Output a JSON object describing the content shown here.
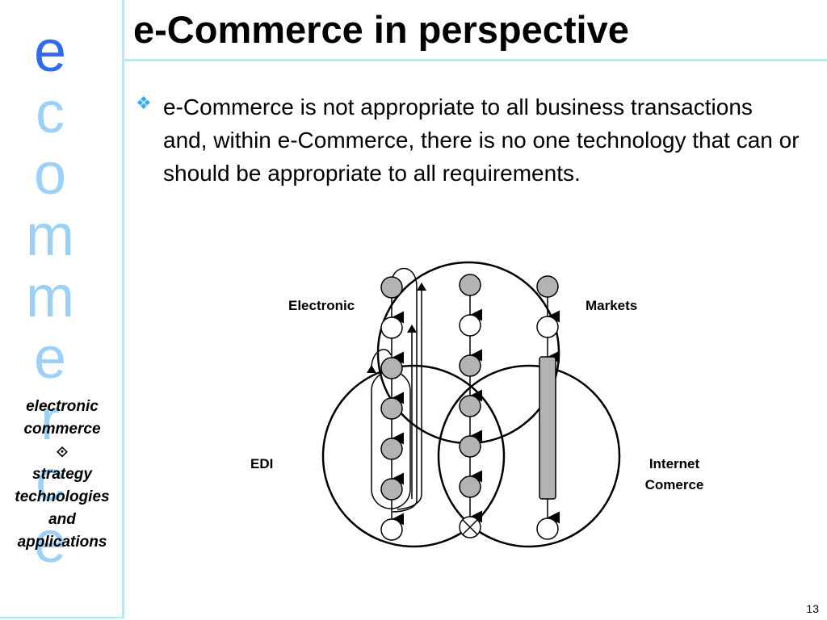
{
  "sidebar": {
    "letters": [
      "e",
      "c",
      "o",
      "m",
      "m",
      "e",
      "r",
      "c",
      "e"
    ],
    "caption_line1": "electronic",
    "caption_line2": "commerce",
    "caption_diamond": "⟐",
    "caption_line3": "strategy",
    "caption_line4": "technologies",
    "caption_line5": "and",
    "caption_line6": "applications",
    "border_color": "#a6f0f6",
    "letter_color": "#9bd1f8",
    "first_letter_color": "#2f6af2"
  },
  "slide": {
    "title": "e-Commerce in perspective",
    "bullet_icon": "diamond-bullet-icon",
    "bullet_text": "e-Commerce is not appropriate to all business transactions and, within e-Commerce, there is no one technology that can or should be appropriate to all requirements.",
    "page_number": "13"
  },
  "diagram": {
    "label_electronic": "Electronic",
    "label_markets": "Markets",
    "label_edi": "EDI",
    "label_internet_line1": "Internet",
    "label_internet_line2": "Comerce",
    "node_fill": "#b3b3b3"
  }
}
